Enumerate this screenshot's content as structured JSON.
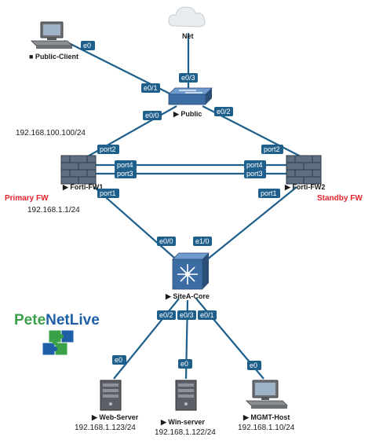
{
  "nodes": {
    "net": {
      "label": "Net"
    },
    "public_client": {
      "label": "■ Public-Client"
    },
    "public_switch": {
      "label": "▶ Public"
    },
    "fw1": {
      "label": "▶ Forti-FW1",
      "role": "Primary FW",
      "ip_top": "192.168.100.100/24",
      "ip_bottom": "192.168.1.1/24"
    },
    "fw2": {
      "label": "▶ Forti-FW2",
      "role": "Standby FW"
    },
    "core": {
      "label": "▶ SiteA-Core"
    },
    "web_server": {
      "label": "▶ Web-Server",
      "ip": "192.168.1.123/24"
    },
    "win_server": {
      "label": "▶ Win-server",
      "ip": "192.168.1.122/24"
    },
    "mgmt_host": {
      "label": "▶ MGMT-Host",
      "ip": "192.168.1.10/24"
    }
  },
  "interfaces": {
    "client_e0": "e0",
    "sw_e01": "e0/1",
    "sw_e03": "e0/3",
    "sw_e00": "e0/0",
    "sw_e02": "e0/2",
    "fw1_port2": "port2",
    "fw1_port4": "port4",
    "fw1_port3": "port3",
    "fw1_port1": "port1",
    "fw2_port2": "port2",
    "fw2_port4": "port4",
    "fw2_port3": "port3",
    "fw2_port1": "port1",
    "core_e00": "e0/0",
    "core_e10": "e1/0",
    "core_e02": "e0/2",
    "core_e03": "e0/3",
    "core_e01": "e0/1",
    "web_e0": "e0",
    "win_e0": "e0",
    "mgmt_e0": "e0"
  },
  "logo": {
    "part1": "Pete",
    "part2": "NetLive"
  },
  "colors": {
    "link": "#1f5f8b",
    "badge": "#1f5f8b",
    "firewall": "#5d6f82",
    "switch": "#3b6da3",
    "accent_red": "#e4242b",
    "logo_green": "#3aa14a",
    "logo_blue": "#1f5fa8"
  },
  "icons": {
    "cloud": "cloud-icon",
    "pc": "desktop-pc-icon",
    "switch": "switch-icon",
    "firewall": "firewall-icon",
    "core": "multilayer-switch-icon",
    "server": "server-icon",
    "logo": "puzzle-logo-icon"
  }
}
